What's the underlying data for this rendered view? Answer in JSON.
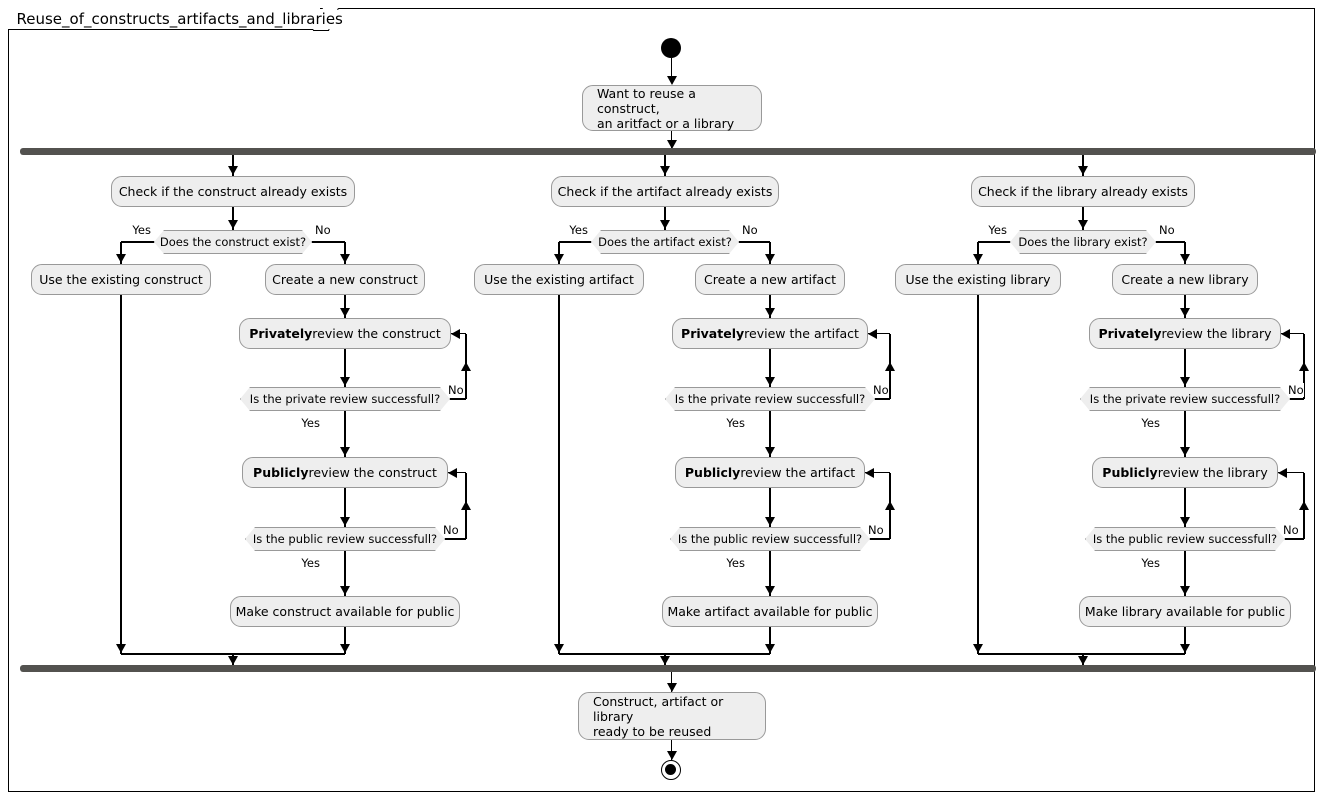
{
  "diagram": {
    "title": "Reuse_of_constructs_artifacts_and_libraries",
    "type": "uml-activity-diagram"
  },
  "start": {
    "name": "start-node"
  },
  "end": {
    "name": "end-node"
  },
  "initial_activity": {
    "line1": "Want to reuse a construct,",
    "line2": "an aritfact or a library"
  },
  "final_activity": {
    "line1": "Construct, artifact or library",
    "line2": "ready to be reused"
  },
  "labels": {
    "yes": "Yes",
    "no": "No"
  },
  "branches": [
    {
      "id": "construct",
      "check": "Check if the construct already exists",
      "decision": "Does the construct exist?",
      "existing": "Use the existing construct",
      "create": "Create a new construct",
      "private_review_bold": "Privately",
      "private_review_rest": " review the construct",
      "private_decision": "Is the private review successfull?",
      "public_review_bold": "Publicly",
      "public_review_rest": " review the construct",
      "public_decision": "Is the public review successfull?",
      "publish": "Make construct available for public"
    },
    {
      "id": "artifact",
      "check": "Check if the artifact already exists",
      "decision": "Does the artifact exist?",
      "existing": "Use the existing artifact",
      "create": "Create a new artifact",
      "private_review_bold": "Privately",
      "private_review_rest": " review the artifact",
      "private_decision": "Is the private review successfull?",
      "public_review_bold": "Publicly",
      "public_review_rest": " review the artifact",
      "public_decision": "Is the public review successfull?",
      "publish": "Make artifact available for public"
    },
    {
      "id": "library",
      "check": "Check if the library already exists",
      "decision": "Does the library exist?",
      "existing": "Use the existing library",
      "create": "Create a new library",
      "private_review_bold": "Privately",
      "private_review_rest": " review the library",
      "private_decision": "Is the private review successfull?",
      "public_review_bold": "Publicly",
      "public_review_rest": " review the library",
      "public_decision": "Is the public review successfull?",
      "publish": "Make library available for public"
    }
  ],
  "colors": {
    "node_fill": "#EEEEEE",
    "node_border": "#999999",
    "bar": "#53524F",
    "line": "#000000",
    "frame_border": "#000000"
  }
}
